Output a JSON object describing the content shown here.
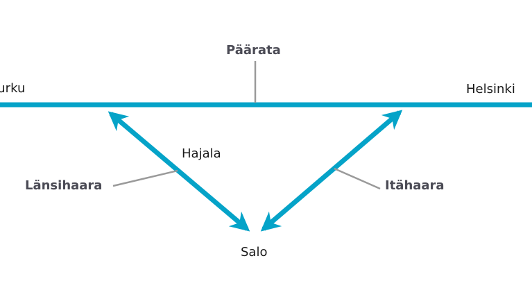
{
  "diagram": {
    "labels": {
      "main_line": "Päärata",
      "west_end": "Turku",
      "east_end": "Helsinki",
      "station_mid": "Hajala",
      "west_branch": "Länsihaara",
      "east_branch": "Itähaara",
      "south_end": "Salo"
    },
    "colors": {
      "track": "#05a3c8",
      "leader": "#9a9a9a",
      "branch_label": "#4b4b55",
      "station_label": "#1a1a1a"
    }
  }
}
